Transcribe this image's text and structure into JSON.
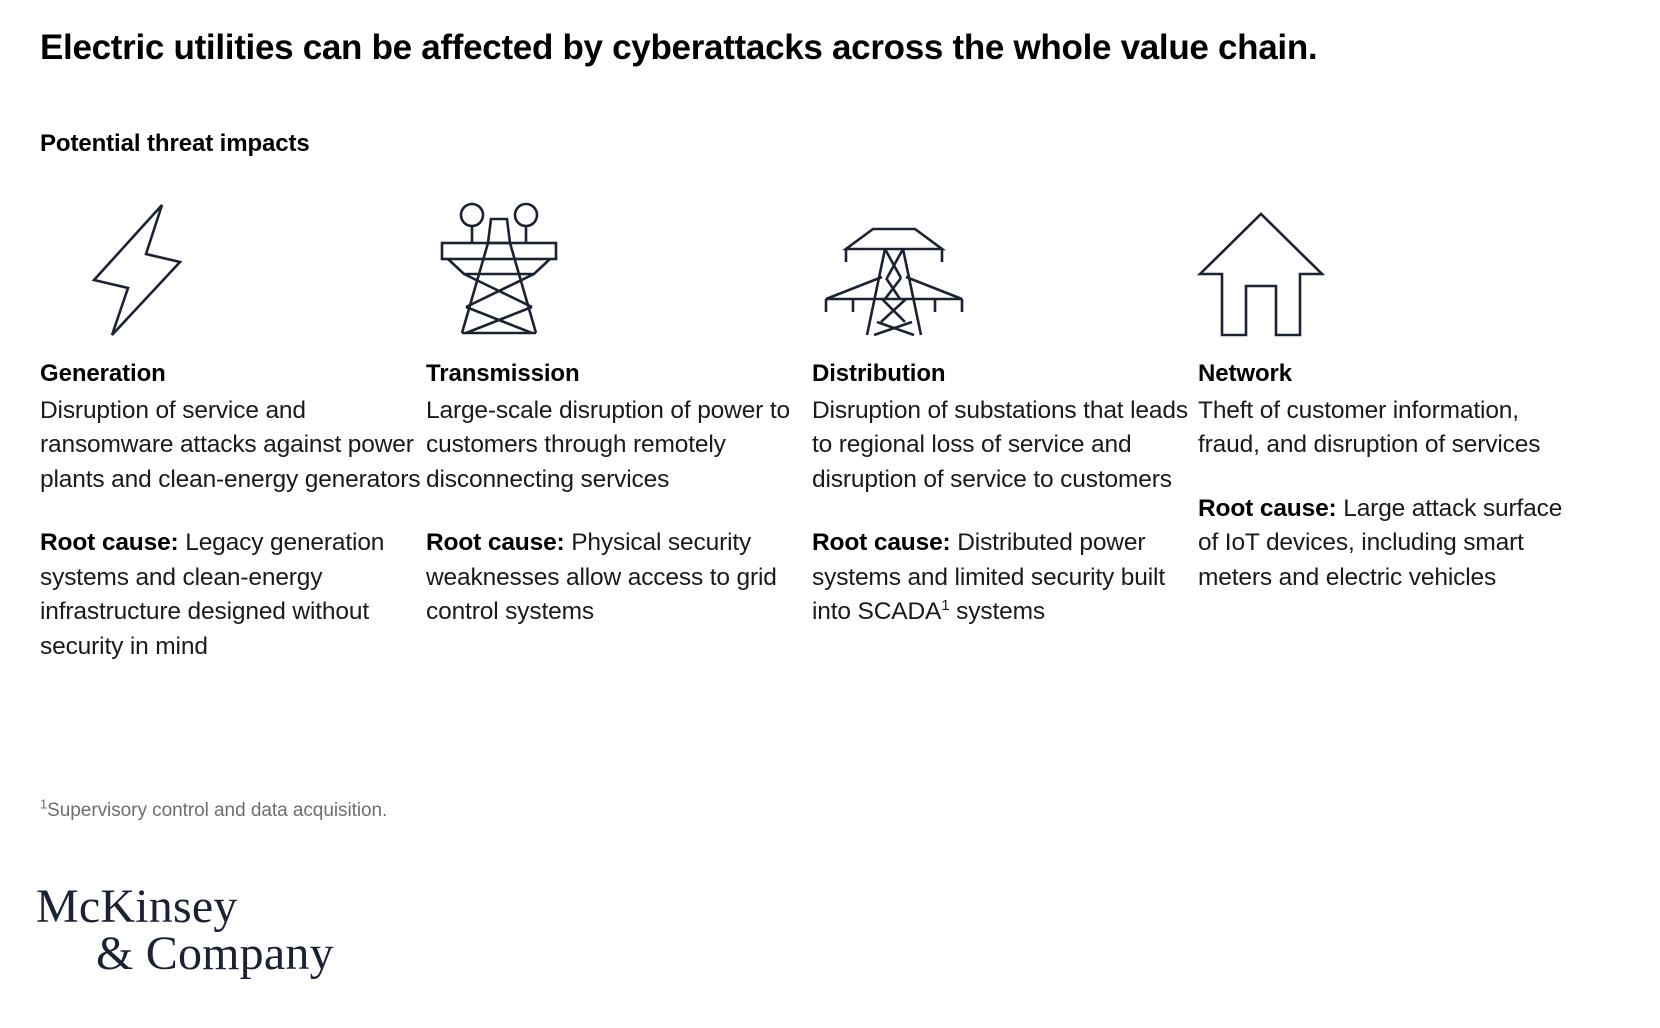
{
  "headline": "Electric utilities can be affected by cyberattacks across the whole value chain.",
  "subhead": "Potential threat impacts",
  "colors": {
    "icon_stroke": "#1b2233",
    "text": "#000000",
    "body_text": "#1a1a1a",
    "footnote": "#6e6e6e",
    "logo": "#1b2233",
    "background": "#ffffff"
  },
  "columns": [
    {
      "icon": "lightning-bolt-icon",
      "title": "Generation",
      "body": "Disruption of service and ransomware attacks against power plants and clean-energy generators",
      "root_label": "Root cause:",
      "root_text": " Legacy generation systems and clean-energy infrastructure designed without security in mind"
    },
    {
      "icon": "transmission-tower-icon",
      "title": "Transmission",
      "body": "Large-scale disruption of power to customers through remotely disconnecting services",
      "root_label": "Root cause:",
      "root_text": " Physical security weaknesses allow access to grid control systems"
    },
    {
      "icon": "distribution-pylon-icon",
      "title": "Distribution",
      "body": "Disruption of substations that leads to regional loss of service and disruption of service to customers",
      "root_label": "Root cause:",
      "root_text": " Distributed power systems and limited security built into SCADA",
      "root_sup": "1",
      "root_text_after": " systems"
    },
    {
      "icon": "house-icon",
      "title": "Network",
      "body": "Theft of customer information, fraud, and disruption of services",
      "root_label": "Root cause:",
      "root_text": " Large attack surface of IoT devices, including smart meters and electric vehicles"
    }
  ],
  "footnote": {
    "marker": "1",
    "text": "Supervisory control and data acquisition."
  },
  "logo": {
    "line1": "McKinsey",
    "line2": "& Company"
  }
}
